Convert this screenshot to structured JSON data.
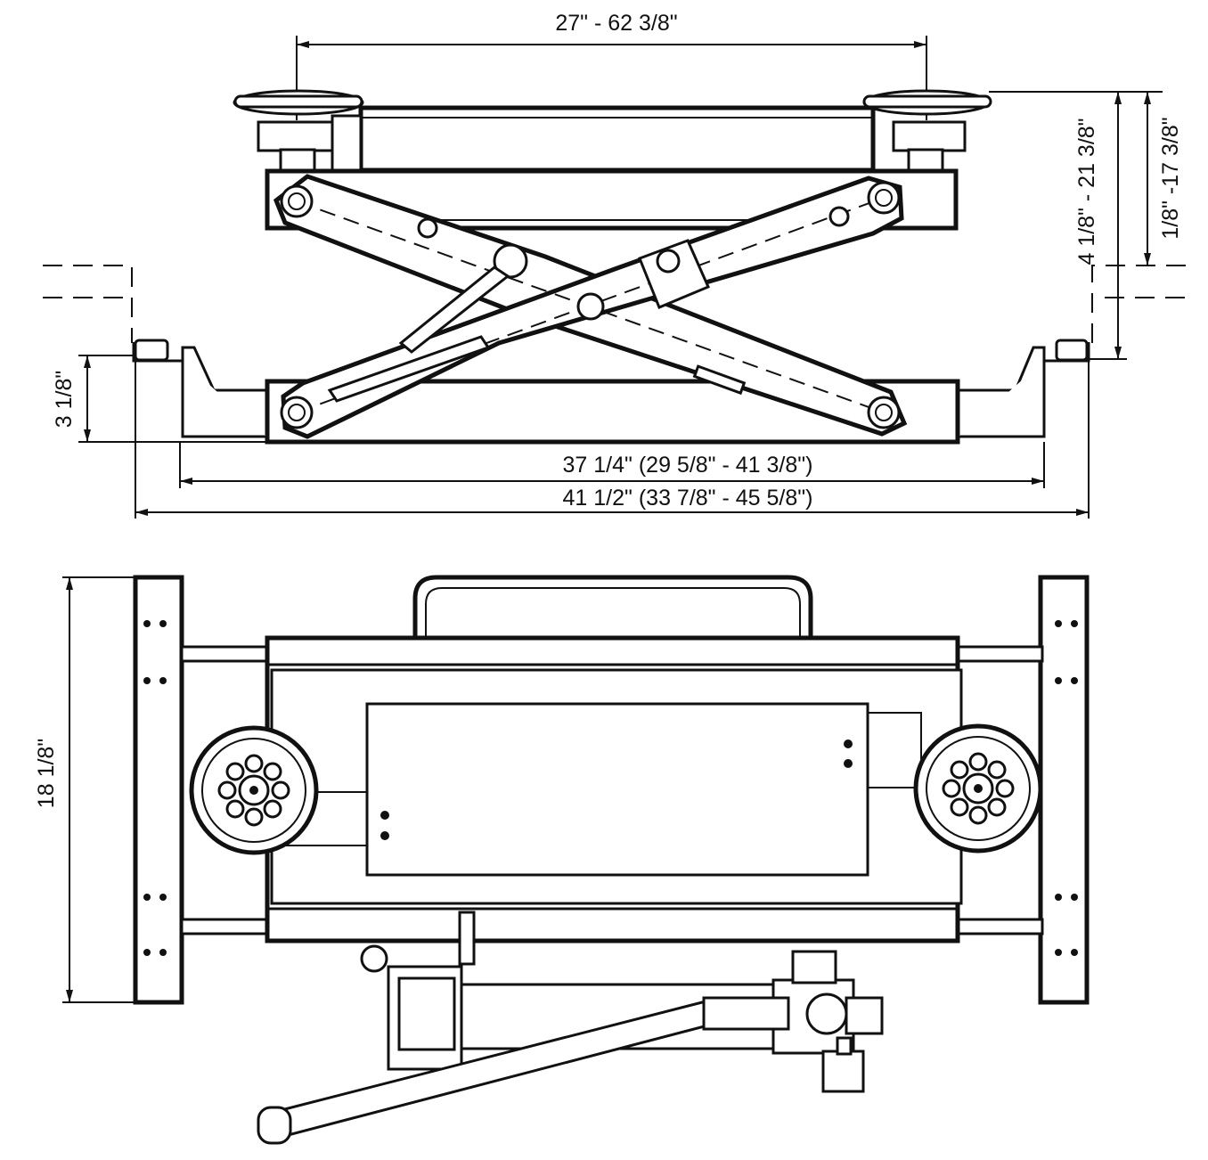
{
  "drawing": {
    "top_view_dimensions": {
      "pad_span": "27\" - 62 3/8\"",
      "outer_height": "4 1/8\" - 21 3/8\"",
      "inner_height": "1/8\" -17 3/8\"",
      "base_height": "3 1/8\"",
      "base_width": "37 1/4\"  (29 5/8\" - 41 3/8\")",
      "overall_width": "41 1/2\" (33 7/8\" - 45 5/8\")"
    },
    "plan_view_dimensions": {
      "depth": "18 1/8\""
    }
  }
}
